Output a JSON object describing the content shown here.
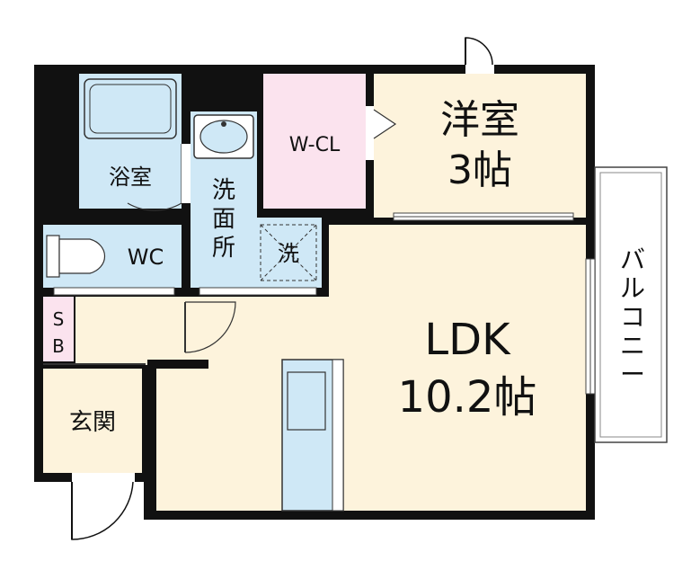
{
  "rooms": {
    "western_room": {
      "label": "洋室",
      "size": "3帖"
    },
    "ldk": {
      "label": "LDK",
      "size": "10.2帖"
    },
    "walk_in_closet": {
      "label": "W-CL"
    },
    "bathroom": {
      "label": "浴室"
    },
    "washroom": {
      "label_line1": "洗",
      "label_line2": "面",
      "label_line3": "所"
    },
    "washer": {
      "label": "洗"
    },
    "toilet": {
      "label": "WC"
    },
    "shoe_box": {
      "label_line1": "S",
      "label_line2": "B"
    },
    "entrance": {
      "label": "玄関"
    },
    "balcony": {
      "label_chars": [
        "バ",
        "ル",
        "コ",
        "ニ",
        "ー"
      ]
    }
  },
  "colors": {
    "wall": "#111111",
    "floor_cream": "#fdf3dc",
    "wet_blue": "#cfe8f6",
    "closet_pink": "#fbe3ee",
    "balcony_white": "#ffffff"
  }
}
